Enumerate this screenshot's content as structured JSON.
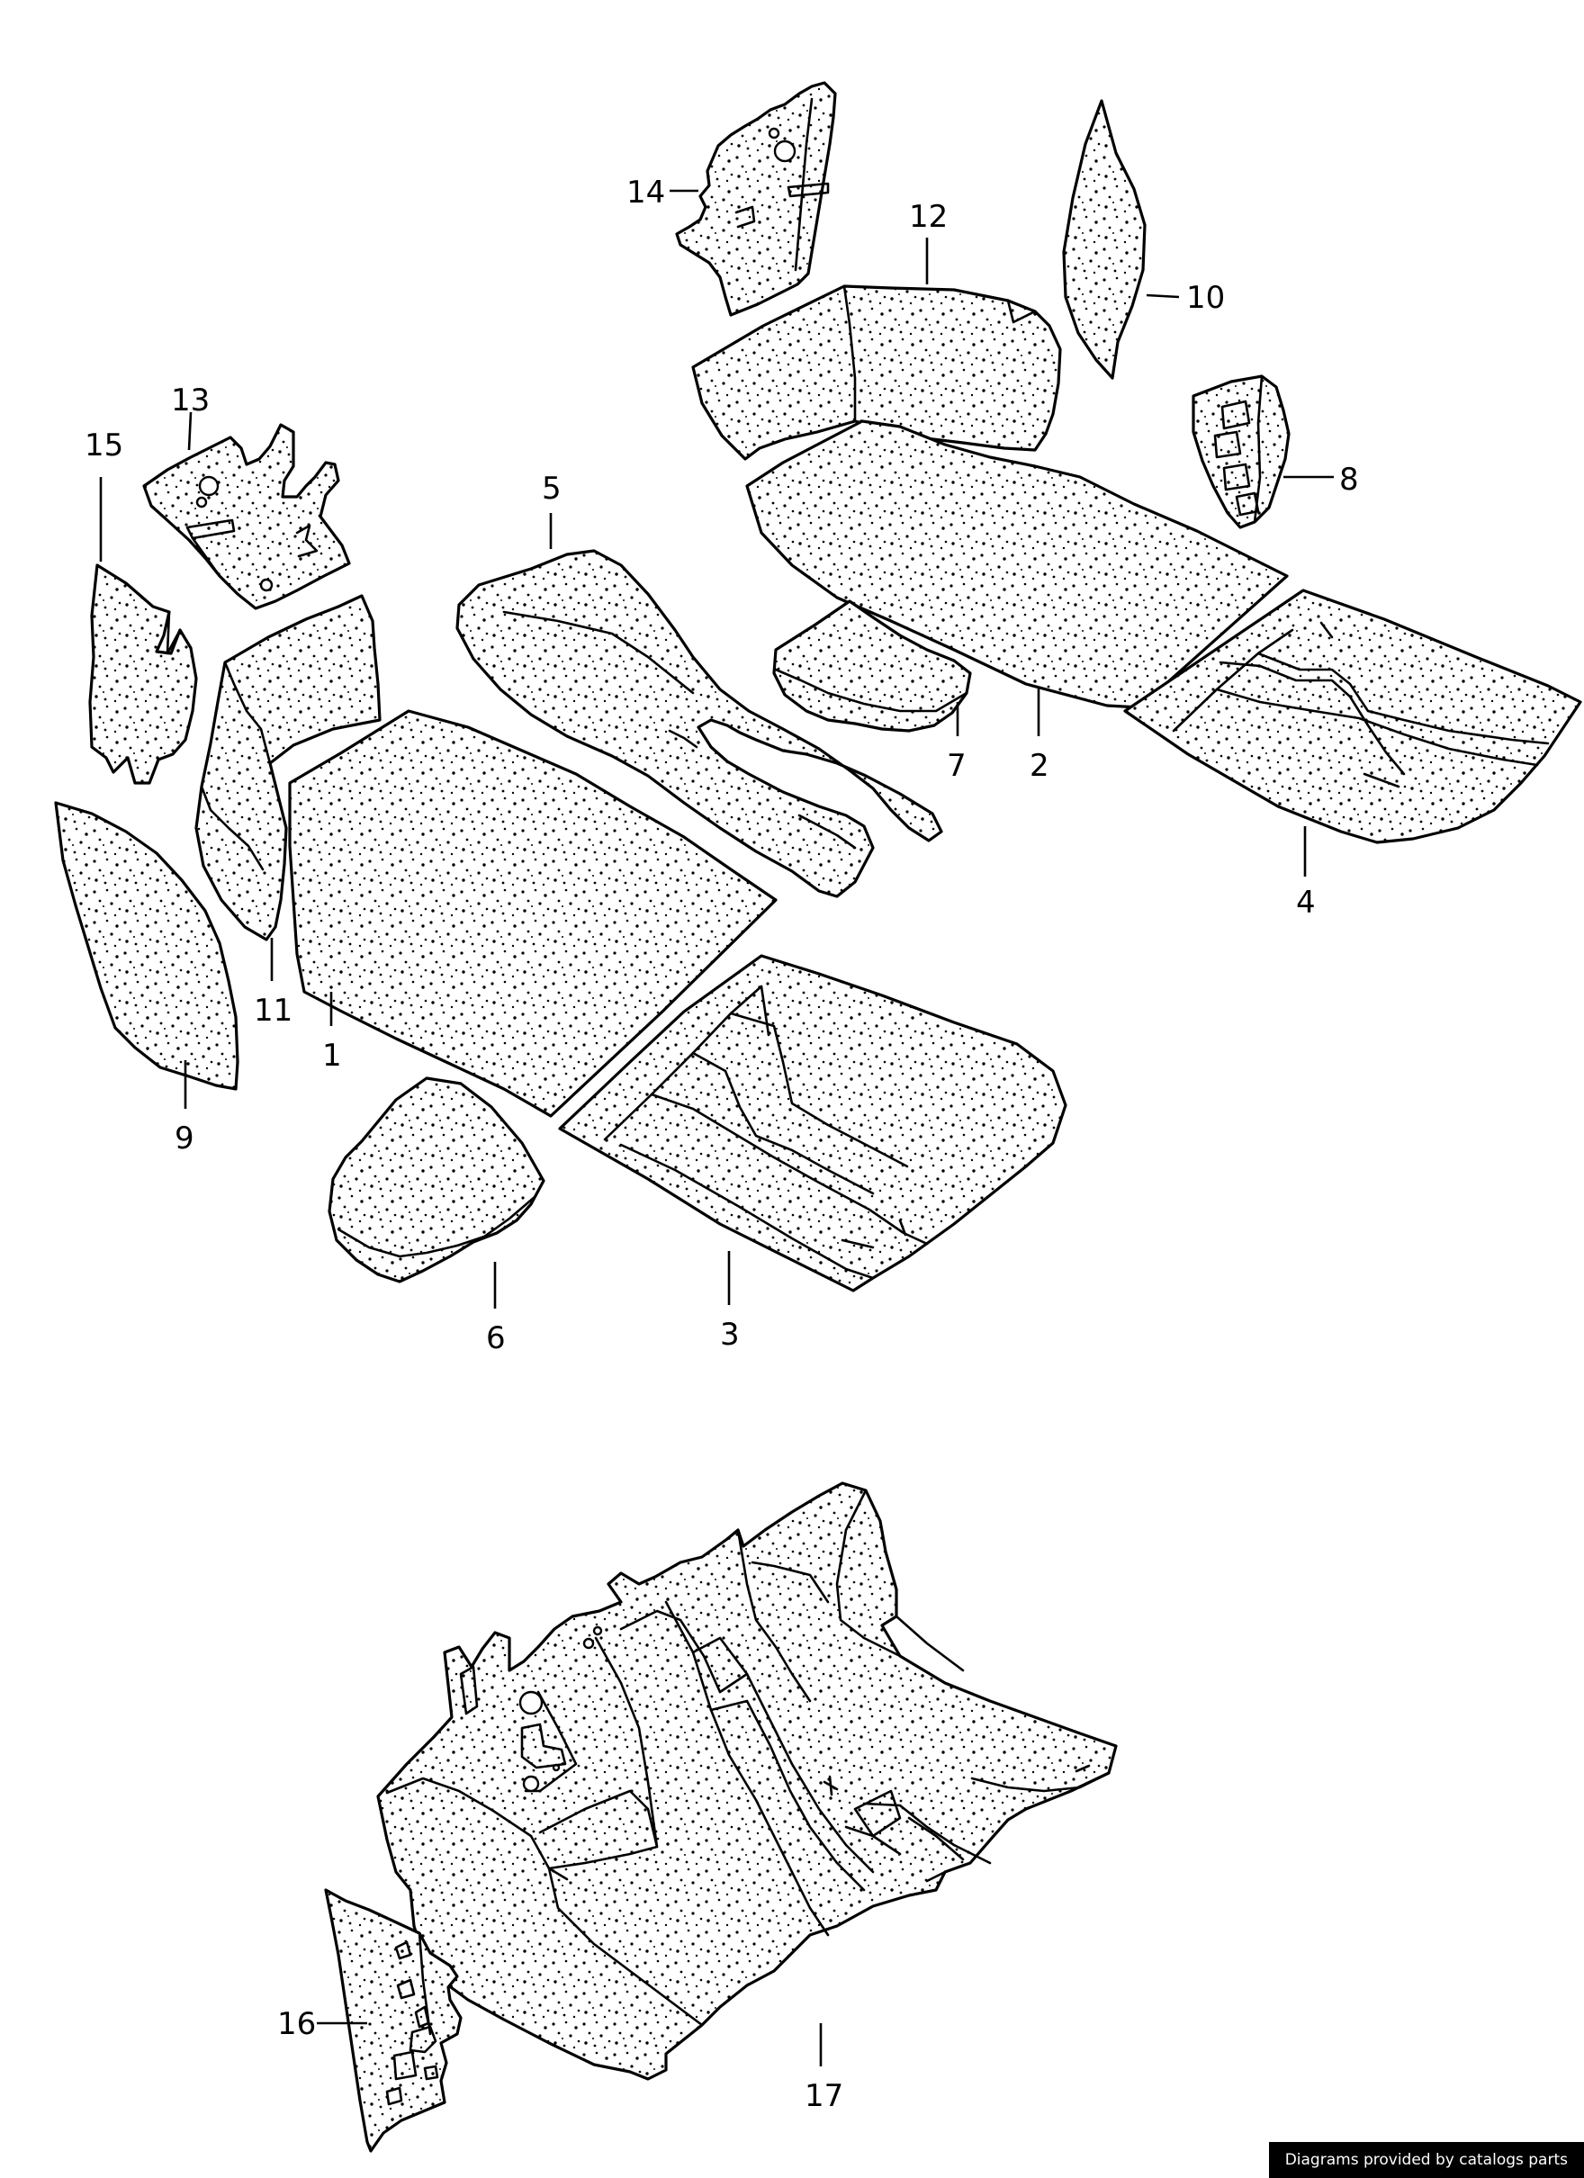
{
  "callouts": {
    "c1": "1",
    "c2": "2",
    "c3": "3",
    "c4": "4",
    "c5": "5",
    "c6": "6",
    "c7": "7",
    "c8": "8",
    "c9": "9",
    "c10": "10",
    "c11": "11",
    "c12": "12",
    "c13": "13",
    "c14": "14",
    "c15": "15",
    "c16": "16",
    "c17": "17"
  },
  "footer": {
    "credit": "Diagrams provided by catalogs parts"
  },
  "colors": {
    "line": "#000000",
    "background": "#ffffff",
    "speckle": "#000000"
  }
}
